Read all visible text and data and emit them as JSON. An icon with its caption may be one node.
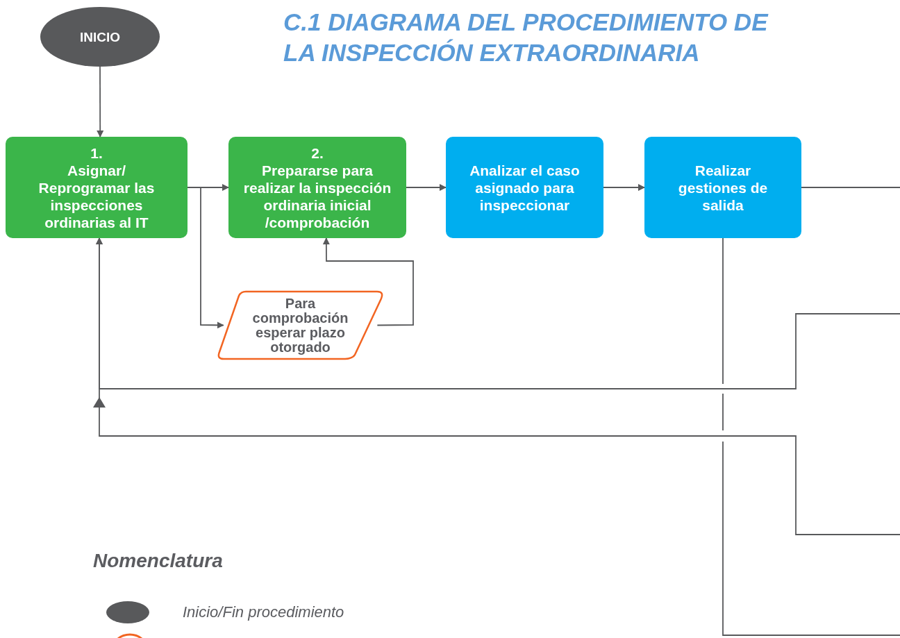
{
  "diagram": {
    "title": "C.1 DIAGRAMA DEL PROCEDIMIENTO DE LA INSPECCIÓN EXTRAORDINARIA",
    "nodes": [
      {
        "text": [
          "INICIO"
        ]
      },
      {
        "text": [
          "1.",
          "Asignar/ Reprogramar las inspecciones ordinarias al IT"
        ]
      },
      {
        "text": [
          "2.",
          "Prepararse para realizar la inspección ordinaria inicial /comprobación"
        ]
      },
      {
        "text": [
          "Analizar el caso asignado para inspeccionar"
        ]
      },
      {
        "text": [
          "Realizar gestiones de salida"
        ]
      },
      {
        "text": [
          "Para comprobación esperar plazo otorgado"
        ]
      }
    ],
    "edges": [
      {
        "from": 0,
        "to": 1,
        "arrow": "to"
      },
      {
        "from": 1,
        "to": 2,
        "arrow": "to"
      },
      {
        "from": 1,
        "to": 5,
        "arrow": "to"
      },
      {
        "from": 5,
        "to": 2,
        "arrow": "to"
      },
      {
        "from": 2,
        "to": 3,
        "arrow": "to"
      },
      {
        "from": 3,
        "to": 4,
        "arrow": "to"
      },
      {
        "from": 4,
        "to": null,
        "arrow": "none"
      },
      {
        "from": null,
        "to": 1,
        "arrow": "to"
      },
      {
        "from": null,
        "to": 1,
        "arrow": "to"
      },
      {
        "from": 4,
        "to": null,
        "arrow": "none"
      }
    ],
    "labels": [
      "Nomenclatura"
    ],
    "legend": [
      {
        "text": "Inicio/Fin procedimiento"
      }
    ]
  }
}
